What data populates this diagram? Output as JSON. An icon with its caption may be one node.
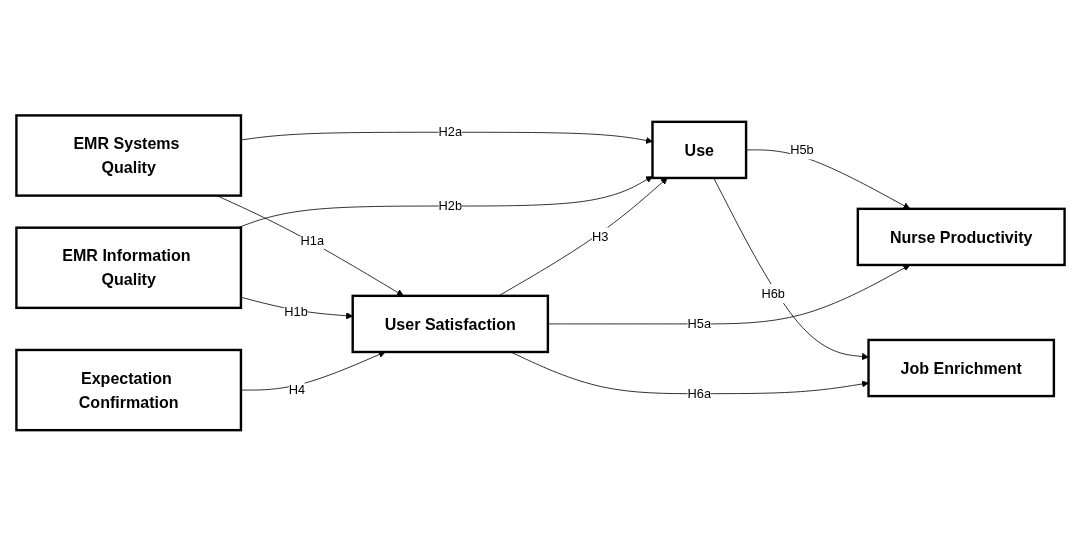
{
  "diagram": {
    "nodes": [
      {
        "text": [
          "EMR Systems Quality"
        ]
      },
      {
        "text": [
          "EMR Information Quality"
        ]
      },
      {
        "text": [
          "Expectation Confirmation"
        ]
      },
      {
        "text": [
          "Use"
        ]
      },
      {
        "text": [
          "User Satisfaction"
        ]
      },
      {
        "text": [
          "Nurse Productivity"
        ]
      },
      {
        "text": [
          "Job Enrichment"
        ]
      }
    ],
    "edges": [
      {
        "from": 0,
        "to": 3,
        "arrow": "to",
        "label": "H2a"
      },
      {
        "from": 0,
        "to": 4,
        "arrow": "to",
        "label": "H1a"
      },
      {
        "from": 1,
        "to": 3,
        "arrow": "to",
        "label": "H2b"
      },
      {
        "from": 1,
        "to": 4,
        "arrow": "to",
        "label": "H1b"
      },
      {
        "from": 2,
        "to": 4,
        "arrow": "to",
        "label": "H4"
      },
      {
        "from": 4,
        "to": 3,
        "arrow": "to",
        "label": "H3"
      },
      {
        "from": 3,
        "to": 5,
        "arrow": "to",
        "label": "H5b"
      },
      {
        "from": 3,
        "to": 6,
        "arrow": "to",
        "label": "H6b"
      },
      {
        "from": 4,
        "to": 5,
        "arrow": "to",
        "label": "H5a"
      },
      {
        "from": 4,
        "to": 6,
        "arrow": "to",
        "label": "H6a"
      }
    ]
  }
}
